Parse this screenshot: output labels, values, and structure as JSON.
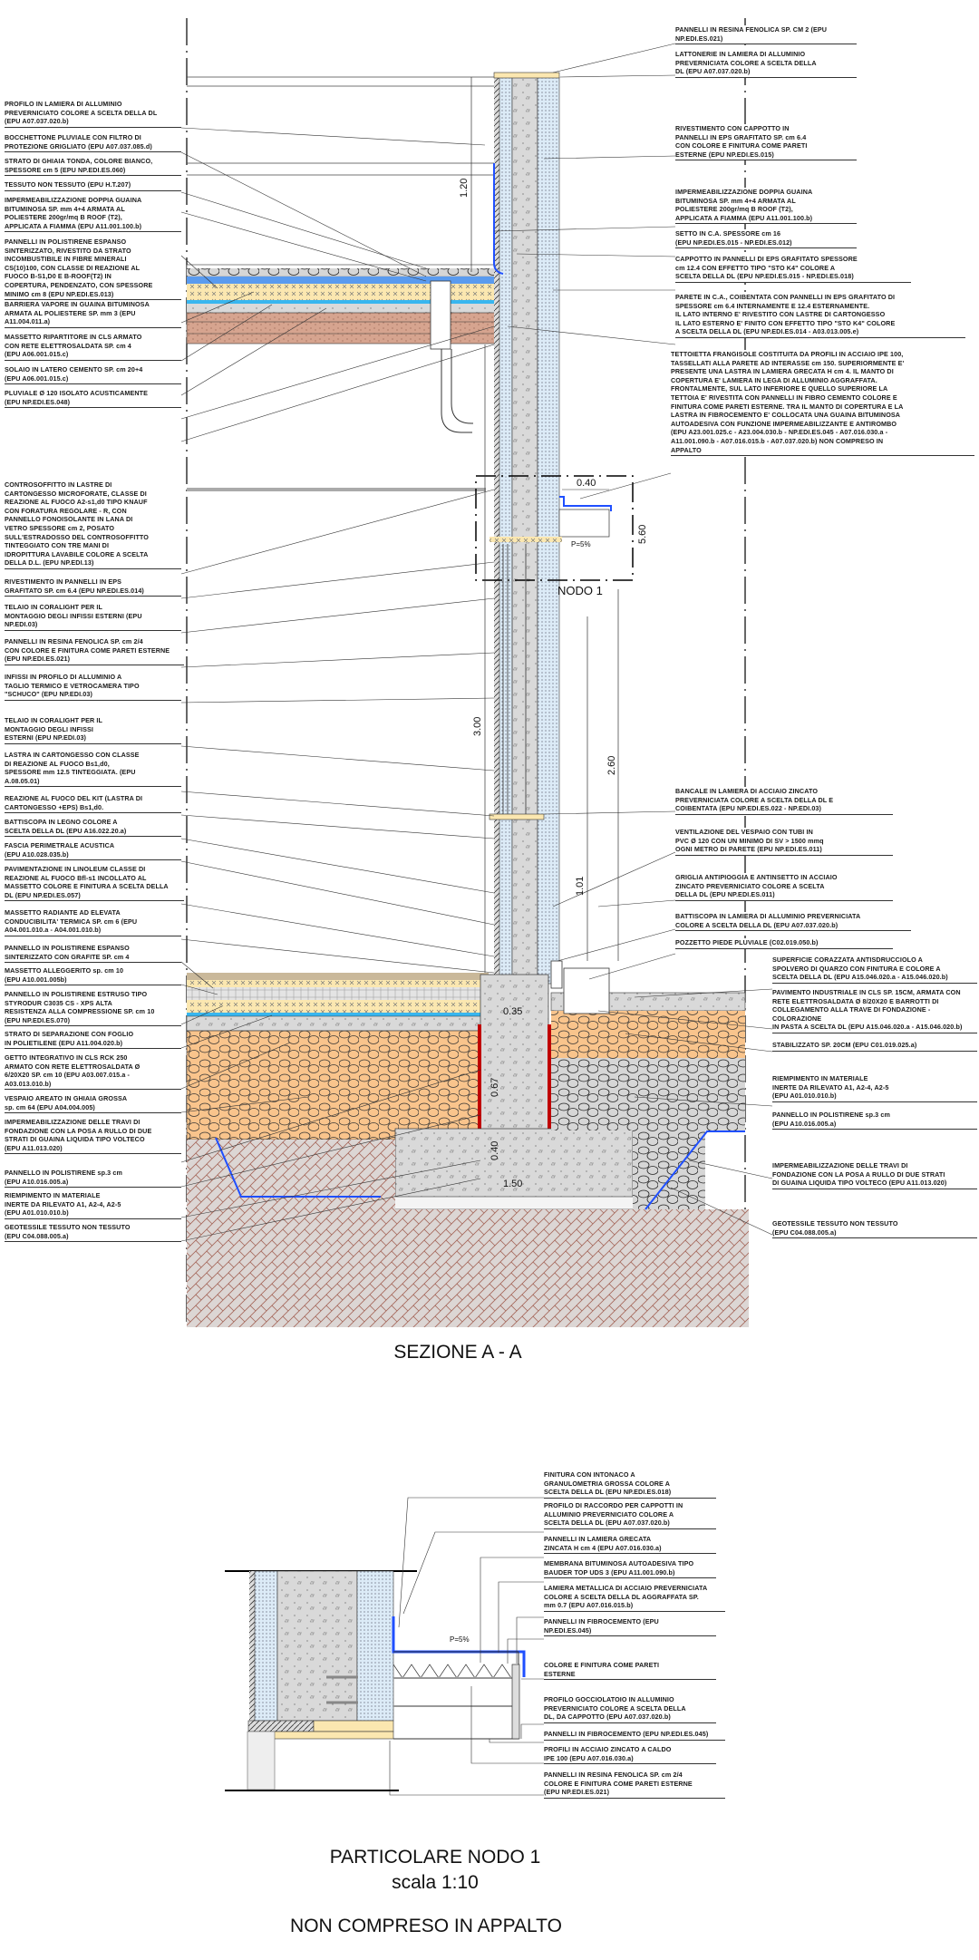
{
  "section_a": {
    "title": "SEZIONE  A - A",
    "nodo_label": "NODO 1",
    "dimensions": {
      "parapet": "1.20",
      "floor_height": "3.00",
      "window": "2.60",
      "plinth": "1.01",
      "nodo_depth": "0.40",
      "nodo_height": "5.60",
      "wall": "0.35",
      "footing_h1": "0.67",
      "footing_h2": "0.40",
      "footing_w": "1.50",
      "slope": "P=5%"
    },
    "left_notes": [
      "PROFILO IN LAMIERA DI ALLUMINIO\nPREVERNICIATO COLORE A SCELTA DELLA DL\n(EPU A07.037.020.b)",
      "BOCCHETTONE PLUVIALE CON FILTRO DI\nPROTEZIONE GRIGLIATO (EPU A07.037.085.d)",
      "STRATO DI GHIAIA TONDA, COLORE BIANCO,\nSPESSORE cm 5 (EPU NP.EDI.ES.060)",
      "TESSUTO NON TESSUTO (EPU H.T.207)",
      "IMPERMEABILIZZAZIONE DOPPIA GUAINA\nBITUMINOSA SP. mm 4+4 ARMATA AL\nPOLIESTERE 200gr/mq B ROOF (T2),\nAPPLICATA A FIAMMA (EPU A11.001.100.b)",
      "PANNELLI IN POLISTIRENE ESPANSO\nSINTERIZZATO, RIVESTITO DA STRATO\nINCOMBUSTIBILE IN FIBRE MINERALI\nCS(10)100, CON CLASSE DI REAZIONE AL\nFUOCO B-S1,D0 E B-ROOF(T2) IN\nCOPERTURA, PENDENZATO, CON SPESSORE\nMINIMO cm 8 (EPU NP.EDI.ES.013)",
      "BARRIERA VAPORE IN GUAINA BITUMINOSA\nARMATA AL POLIESTERE SP. mm 3 (EPU\nA11.004.011.a)",
      "MASSETTO RIPARTITORE IN CLS ARMATO\nCON RETE ELETTROSALDATA SP. cm 4\n(EPU A06.001.015.c)",
      "SOLAIO IN LATERO CEMENTO SP. cm 20+4\n(EPU A06.001.015.c)",
      "PLUVIALE Ø 120 ISOLATO ACUSTICAMENTE\n(EPU NP.EDI.ES.048)",
      "CONTROSOFFITTO IN LASTRE DI\nCARTONGESSO MICROFORATE, CLASSE DI\nREAZIONE AL FUOCO A2-s1,d0 TIPO KNAUF\nCON FORATURA REGOLARE - R, CON\nPANNELLO FONOISOLANTE IN LANA DI\nVETRO SPESSORE cm 2, POSATO\nSULL'ESTRADOSSO DEL CONTROSOFFITTO\nTINTEGGIATO CON TRE MANI DI\nIDROPITTURA LAVABILE COLORE A SCELTA\nDELLA D.L. (EPU NP.EDI.13)",
      "RIVESTIMENTO IN PANNELLI IN EPS\nGRAFITATO SP. cm 6.4 (EPU NP.EDI.ES.014)",
      "TELAIO IN CORALIGHT PER IL\nMONTAGGIO DEGLI INFISSI ESTERNI (EPU\nNP.EDI.03)",
      "PANNELLI IN RESINA FENOLICA SP. cm 2/4\nCON COLORE E FINITURA COME PARETI ESTERNE\n(EPU NP.EDI.ES.021)",
      "INFISSI IN PROFILO DI ALLUMINIO A\nTAGLIO TERMICO E VETROCAMERA TIPO\n\"SCHUCO\" (EPU NP.EDI.03)",
      "TELAIO IN CORALIGHT PER IL\nMONTAGGIO DEGLI INFISSI\nESTERNI (EPU NP.EDI.03)",
      "LASTRA IN CARTONGESSO CON CLASSE\nDI REAZIONE AL FUOCO Bs1,d0,\nSPESSORE mm 12.5 TINTEGGIATA. (EPU\nA.08.05.01)",
      "REAZIONE AL FUOCO DEL KIT (LASTRA DI\nCARTONGESSO +EPS) Bs1,d0.",
      "BATTISCOPA IN LEGNO COLORE A\nSCELTA DELLA DL (EPU A16.022.20.a)",
      "FASCIA PERIMETRALE ACUSTICA\n(EPU A10.028.035.b)",
      "PAVIMENTAZIONE IN LINOLEUM CLASSE DI\nREAZIONE AL FUOCO Bfl-s1 INCOLLATO AL\nMASSETTO COLORE E FINITURA A SCELTA DELLA\nDL (EPU NP.EDI.ES.057)",
      "MASSETTO RADIANTE AD ELEVATA\nCONDUCIBILITA' TERMICA SP. cm 6 (EPU\nA04.001.010.a - A04.001.010.b)",
      "PANNELLO IN POLISTIRENE ESPANSO\nSINTERIZZATO CON GRAFITE SP. cm 4",
      "MASSETTO ALLEGGERITO sp. cm 10\n(EPU A10.001.005b)",
      "PANNELLO IN POLISTIRENE ESTRUSO TIPO\nSTYRODUR C3035 CS - XPS ALTA\nRESISTENZA ALLA COMPRESSIONE SP. cm 10\n(EPU NP.EDI.ES.070)",
      "STRATO DI SEPARAZIONE CON FOGLIO\nIN POLIETILENE (EPU A11.004.020.b)",
      "GETTO INTEGRATIVO IN CLS RCK 250\nARMATO CON RETE ELETTROSALDATA Ø\n6/20X20 SP. cm 10 (EPU A03.007.015.a -\nA03.013.010.b)",
      "VESPAIO AREATO  IN GHIAIA GROSSA\nsp. cm 64 (EPU A04.004.005)",
      "IMPERMEABILIZZAZIONE DELLE TRAVI DI\nFONDAZIONE CON LA POSA A RULLO DI DUE\nSTRATI DI GUAINA LIQUIDA TIPO VOLTECO\n(EPU A11.013.020)",
      "PANNELLO IN POLISTIRENE sp.3 cm\n(EPU A10.016.005.a)",
      "RIEMPIMENTO IN MATERIALE\nINERTE DA RILEVATO A1, A2-4, A2-5\n(EPU A01.010.010.b)",
      "GEOTESSILE TESSUTO NON TESSUTO\n(EPU C04.088.005.a)"
    ],
    "right_notes": [
      "PANNELLI IN RESINA FENOLICA SP. CM 2 (EPU\nNP.EDI.ES.021)",
      "LATTONERIE IN LAMIERA DI ALLUMINIO\nPREVERNICIATA COLORE A SCELTA DELLA\nDL (EPU A07.037.020.b)",
      "RIVESTIMENTO CON CAPPOTTO IN\nPANNELLI IN EPS GRAFITATO SP. cm 6.4\nCON COLORE E FINITURA COME PARETI\nESTERNE (EPU NP.EDI.ES.015)",
      "IMPERMEABILIZZAZIONE DOPPIA GUAINA\nBITUMINOSA SP. mm 4+4 ARMATA AL\nPOLIESTERE 200gr/mq B ROOF (T2),\nAPPLICATA A FIAMMA  (EPU A11.001.100.b)",
      "SETTO IN C.A. SPESSORE cm 16\n(EPU NP.EDI.ES.015 - NP.EDI.ES.012)",
      "CAPPOTTO IN PANNELLI DI EPS GRAFITATO SPESSORE\ncm 12.4  CON EFFETTO TIPO \"STO K4\" COLORE A\nSCELTA DELLA DL (EPU NP.EDI.ES.015 - NP.EDI.ES.018)",
      "PARETE IN C.A., COIBENTATA CON PANNELLI IN EPS GRAFITATO DI\nSPESSORE cm 6.4 INTERNAMENTE E 12.4 ESTERNAMENTE.\nIL LATO INTERNO E' RIVESTITO CON LASTRE DI CARTONGESSO\nIL LATO ESTERNO E'  FINITO CON EFFETTO TIPO \"STO K4\" COLORE\nA SCELTA DELLA DL  (EPU NP.EDI.ES.014 - A03.013.005.e)",
      "TETTOIETTA FRANGISOLE COSTITUITA DA PROFILI IN ACCIAIO IPE 100,\nTASSELLATI ALLA PARETE AD INTERASSE cm 150. SUPERIORMENTE E'\nPRESENTE UNA LASTRA IN LAMIERA GRECATA H cm 4.  IL MANTO DI\nCOPERTURA E' LAMIERA IN LEGA DI ALLUMINIO AGGRAFFATA.\nFRONTALMENTE, SUL LATO INFERIORE E QUELLO SUPERIORE LA\nTETTOIA E' RIVESTITA CON PANNELLI IN FIBRO CEMENTO COLORE E\nFINITURA COME PARETI ESTERNE. TRA IL MANTO DI COPERTURA E LA\nLASTRA IN FIBROCEMENTO E' COLLOCATA UNA GUAINA BITUMINOSA\nAUTOADESIVA CON FUNZIONE IMPERMEABILIZZANTE E ANTIROMBO\n(EPU A23.001.025.c - A23.004.030.b - NP.EDI.ES.045 - A07.016.030.a -\nA11.001.090.b - A07.016.015.b - A07.037.020.b) NON COMPRESO IN\nAPPALTO",
      "BANCALE IN LAMIERA DI ACCIAIO  ZINCATO\nPREVERNICIATA COLORE A SCELTA DELLA DL E\nCOIBENTATA  (EPU NP.EDI.ES.022 - NP.EDI.03)",
      "VENTILAZIONE DEL VESPAIO CON TUBI IN\nPVC Ø 120 CON UN MINIMO DI SV > 1500 mmq\nOGNI METRO DI PARETE (EPU NP.EDI.ES.011)",
      "GRIGLIA ANTIPIOGGIA E ANTINSETTO IN ACCIAIO\nZINCATO PREVERNICIATO COLORE A SCELTA\nDELLA DL (EPU NP.EDI.ES.011)",
      "BATTISCOPA IN LAMIERA DI ALLUMINIO PREVERNICIATA\nCOLORE A SCELTA DELLA DL (EPU A07.037.020.b)",
      "POZZETTO PIEDE PLUVIALE (C02.019.050.b)",
      "SUPERFICIE CORAZZATA ANTISDRUCCIOLO A\nSPOLVERO DI QUARZO CON FINITURA E COLORE A\nSCELTA DELLA DL (EPU A15.046.020.a - A15.046.020.b)",
      "PAVIMENTO INDUSTRIALE IN CLS SP. 15CM, ARMATA CON\nRETE ELETTROSALDATA Ø 8/20X20 E BARROTTI DI\nCOLLEGAMENTO ALLA TRAVE DI FONDAZIONE - COLORAZIONE\nIN PASTA A SCELTA DL (EPU A15.046.020.a - A15.046.020.b)",
      "STABILIZZATO SP. 20CM (EPU C01.019.025.a)",
      "RIEMPIMENTO IN MATERIALE\nINERTE DA RILEVATO A1, A2-4, A2-5\n(EPU A01.010.010.b)",
      "PANNELLO IN POLISTIRENE sp.3 cm\n(EPU A10.016.005.a)",
      "IMPERMEABILIZZAZIONE DELLE TRAVI DI\nFONDAZIONE CON LA POSA A RULLO DI DUE STRATI\nDI GUAINA LIQUIDA TIPO VOLTECO (EPU A11.013.020)",
      "GEOTESSILE TESSUTO NON TESSUTO\n(EPU C04.088.005.a)"
    ]
  },
  "nodo_detail": {
    "title": "PARTICOLARE NODO 1",
    "scale": "scala 1:10",
    "note": "NON COMPRESO IN APPALTO",
    "slope": "P=5%",
    "notes": [
      "FINITURA CON INTONACO A\nGRANULOMETRIA GROSSA COLORE A\nSCELTA DELLA DL (EPU NP.EDI.ES.018)",
      "PROFILO DI RACCORDO PER CAPPOTTI IN\nALLUMINIO PREVERNICIATO COLORE A\nSCELTA DELLA DL (EPU A07.037.020.b)",
      "PANNELLI IN LAMIERA GRECATA\nZINCATA  H cm 4 (EPU A07.016.030.a)",
      "MEMBRANA BITUMINOSA AUTOADESIVA TIPO\nBAUDER TOP UDS 3 (EPU A11.001.090.b)",
      "LAMIERA METALLICA DI ACCIAIO PREVERNICIATA\nCOLORE A SCELTA DELLA DL AGGRAFFATA SP.\nmm 0.7 (EPU A07.016.015.b)",
      "PANNELLI IN FIBROCEMENTO (EPU\nNP.EDI.ES.045)",
      "COLORE E FINITURA COME PARETI\nESTERNE",
      "PROFILO GOCCIOLATOIO IN ALLUMINIO\nPREVERNICIATO COLORE A SCELTA DELLA\nDL, DA CAPPOTTO (EPU A07.037.020.b)",
      "PANNELLI IN FIBROCEMENTO (EPU NP.EDI.ES.045)",
      "PROFILI IN ACCIAIO ZINCATO A CALDO\nIPE 100 (EPU A07.016.030.a)",
      "PANNELLI IN RESINA  FENOLICA SP. cm 2/4\nCOLORE E FINITURA COME PARETI ESTERNE\n(EPU NP.EDI.ES.021)"
    ]
  },
  "colors": {
    "concrete": "#d9d9d9",
    "insulation": "#dcebf7",
    "waterproof": "#1f4fff",
    "gravel": "#f9c48c",
    "brick": "#d6a48f",
    "eps": "#fbe7b0",
    "soil": "#d9d2cf",
    "red": "#c00000"
  }
}
